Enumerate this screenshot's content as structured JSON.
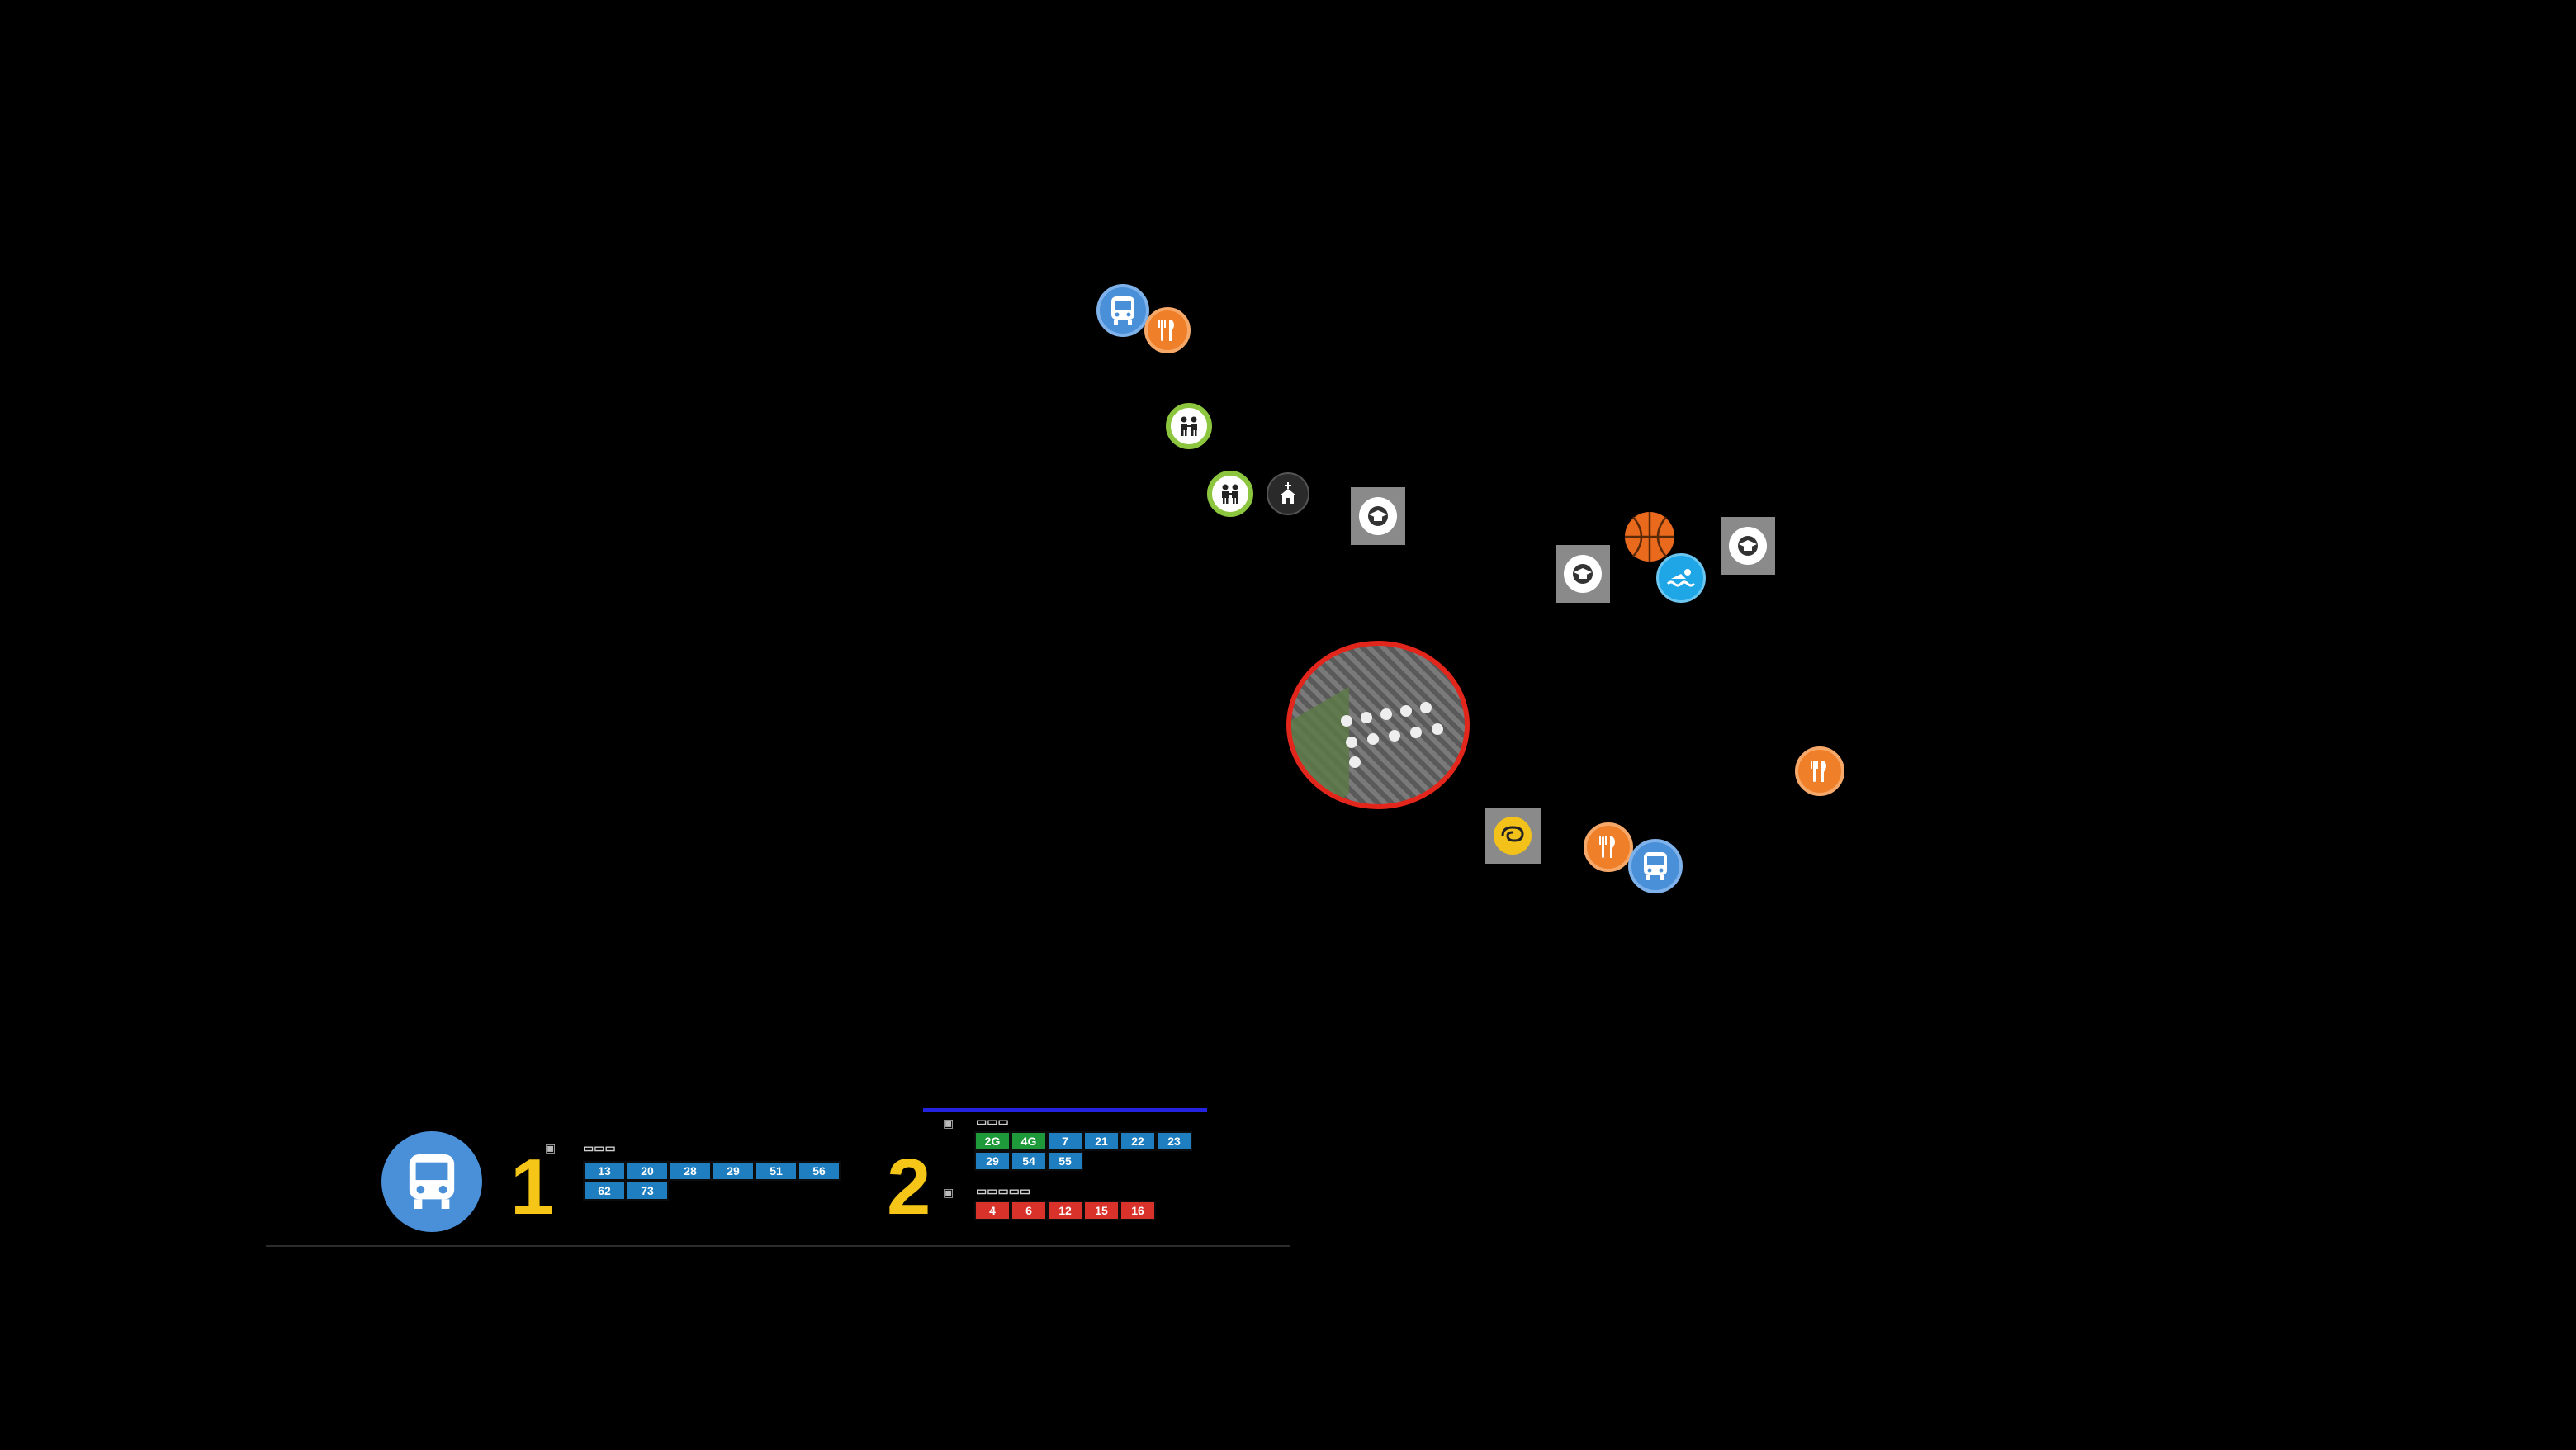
{
  "colors": {
    "background": "#000000",
    "bus": "#4a90d9",
    "restaurant": "#f07f2a",
    "playground_ring": "#8cc63f",
    "school_square": "#8a8a8a",
    "pool": "#1ea6e6",
    "basketball": "#e96a1d",
    "selection_ring": "#e3261c",
    "route_number": "#f5c518",
    "chip_blue": "#1e7ec0",
    "chip_green": "#1f9a3a",
    "chip_red": "#d9322b",
    "divider": "#2424e0"
  },
  "map": {
    "markers": [
      {
        "kind": "bus",
        "icon": "bus-icon"
      },
      {
        "kind": "restaurant",
        "icon": "fork-knife-icon"
      },
      {
        "kind": "playground",
        "icon": "children-icon"
      },
      {
        "kind": "playground",
        "icon": "children-icon"
      },
      {
        "kind": "church",
        "icon": "church-icon"
      },
      {
        "kind": "school",
        "icon": "graduation-cap-icon"
      },
      {
        "kind": "school",
        "icon": "graduation-cap-icon"
      },
      {
        "kind": "basketball",
        "icon": "basketball-icon"
      },
      {
        "kind": "pool",
        "icon": "swimmer-icon"
      },
      {
        "kind": "school",
        "icon": "graduation-cap-icon"
      },
      {
        "kind": "selected-place",
        "icon": "aerial-photo"
      },
      {
        "kind": "restaurant",
        "icon": "fork-knife-icon"
      },
      {
        "kind": "yellow-poi",
        "icon": "swirl-icon"
      },
      {
        "kind": "restaurant",
        "icon": "fork-knife-icon"
      },
      {
        "kind": "bus",
        "icon": "bus-icon"
      }
    ]
  },
  "legend": {
    "stop1": {
      "number": "1",
      "routes": [
        "13",
        "20",
        "28",
        "29",
        "51",
        "56",
        "62",
        "73"
      ]
    },
    "stop2": {
      "number": "2",
      "group_a": {
        "routes_green": [
          "2G",
          "4G"
        ],
        "routes_blue": [
          "7",
          "21",
          "22",
          "23",
          "29",
          "54",
          "55"
        ]
      },
      "group_b": {
        "routes_red": [
          "4",
          "6",
          "12",
          "15",
          "16"
        ]
      }
    }
  }
}
